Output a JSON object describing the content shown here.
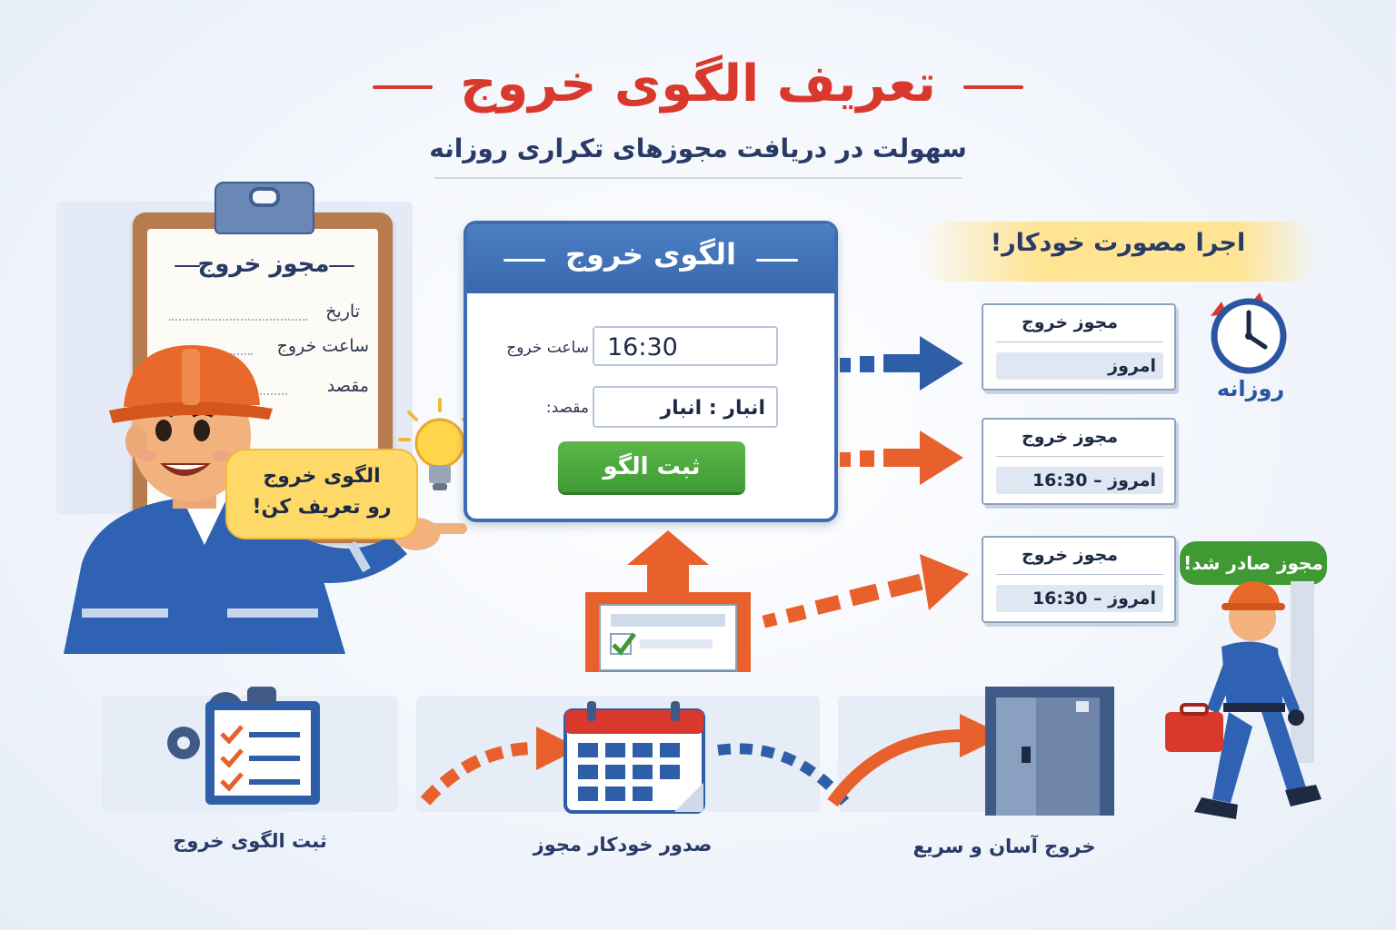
{
  "header": {
    "title": "تعریف الگوی خروج",
    "subtitle": "سهولت در دریافت مجوزهای تکراری روزانه"
  },
  "clipboard": {
    "heading": "مجوز خروج",
    "fields": [
      "تاریخ",
      "ساعت خروج",
      "مقصد"
    ]
  },
  "worker_bubble": {
    "line1": "الگوی خروج",
    "line2": "رو تعریف کن!"
  },
  "pattern_window": {
    "title": "الگوی خروج",
    "time_label": "ساعت خروج",
    "time_value": "16:30",
    "destination_label": "مقصد:",
    "destination_value": "انبار : انبار",
    "submit_label": "ثبت الگو"
  },
  "automation": {
    "banner": "اجرا مصورت خودکار!",
    "daily_label": "روزانه"
  },
  "permit_cards": [
    {
      "title": "مجوز خروج",
      "row": "امروز"
    },
    {
      "title": "مجوز خروج",
      "row": "امروز  –  16:30"
    },
    {
      "title": "مجوز خروج",
      "row": "امروز  –  16:30"
    }
  ],
  "issued_bubble": "مجوز صادر شد!",
  "steps": [
    {
      "caption": "ثبت الگوی خروج",
      "icon": "gear-checklist-icon"
    },
    {
      "caption": "صدور خودکار مجوز",
      "icon": "calendar-icon"
    },
    {
      "caption": "خروج آسان و سریع",
      "icon": "exit-door-icon"
    }
  ],
  "colors": {
    "title_red": "#d9382c",
    "navy": "#283a66",
    "window_blue": "#3f6db2",
    "button_green": "#4caf3e",
    "arrow_orange": "#e8612c",
    "arrow_blue": "#2f5ea8",
    "bubble_yellow": "#ffd968"
  }
}
